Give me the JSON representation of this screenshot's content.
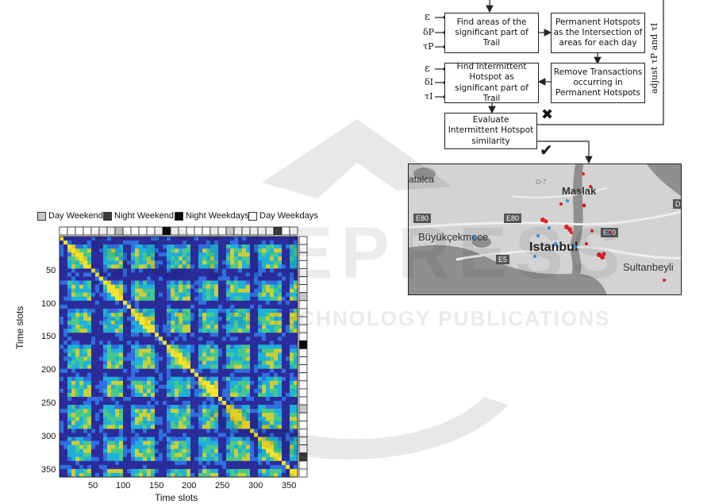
{
  "legend": [
    {
      "label": "Day Weekend",
      "color": "#c8c8c8"
    },
    {
      "label": "Night Weekend",
      "color": "#3a3a3a"
    },
    {
      "label": "Night Weekdays",
      "color": "#0a0a0a"
    },
    {
      "label": "Day Weekdays",
      "color": "#ffffff"
    }
  ],
  "chart_data": {
    "type": "heatmap",
    "xlabel": "Time slots",
    "ylabel": "Time slots",
    "x_ticks": [
      "50",
      "100",
      "150",
      "200",
      "250",
      "300",
      "350"
    ],
    "y_ticks": [
      "50",
      "100",
      "150",
      "200",
      "250",
      "300",
      "350"
    ],
    "range": [
      1,
      360
    ],
    "colormap": [
      "#2b2c9b",
      "#2f6fe0",
      "#1fb0d8",
      "#48c98a",
      "#c8cf3a",
      "#f6e32a"
    ]
  },
  "flowchart": {
    "boxes": {
      "find_sig": "Find areas of the significant part of Trail",
      "permanent": "Permanent Hotspots as the Intersection of areas for each day",
      "find_intermittent": "Find Intermittent Hotspot as significant part of Trail",
      "remove": "Remove Transactions occurring in Permanent Hotspots",
      "evaluate": "Evaluate Intermittent Hotspot similarity"
    },
    "params_top": [
      "ε",
      "δP",
      "τP"
    ],
    "params_bottom": [
      "ε",
      "δI",
      "τI"
    ],
    "side_label": "adjust τP and τI",
    "fail_mark": "✖",
    "ok_mark": "✔"
  },
  "map": {
    "labels": {
      "catalca": "atalca",
      "maslak": "Maslak",
      "buyukcekmece": "Büyükçekmece",
      "istanbul": "Istanbul",
      "sultanbeyli": "Sultanbeyli",
      "e80_left": "E80",
      "e80_mid": "E80",
      "e80_right": "E80",
      "e5": "E5",
      "d_right": "D",
      "o7": "O-7"
    }
  },
  "watermark": {
    "line1": "SCITEPRESS",
    "line2": "SCIENCE AND TECHNOLOGY PUBLICATIONS"
  }
}
